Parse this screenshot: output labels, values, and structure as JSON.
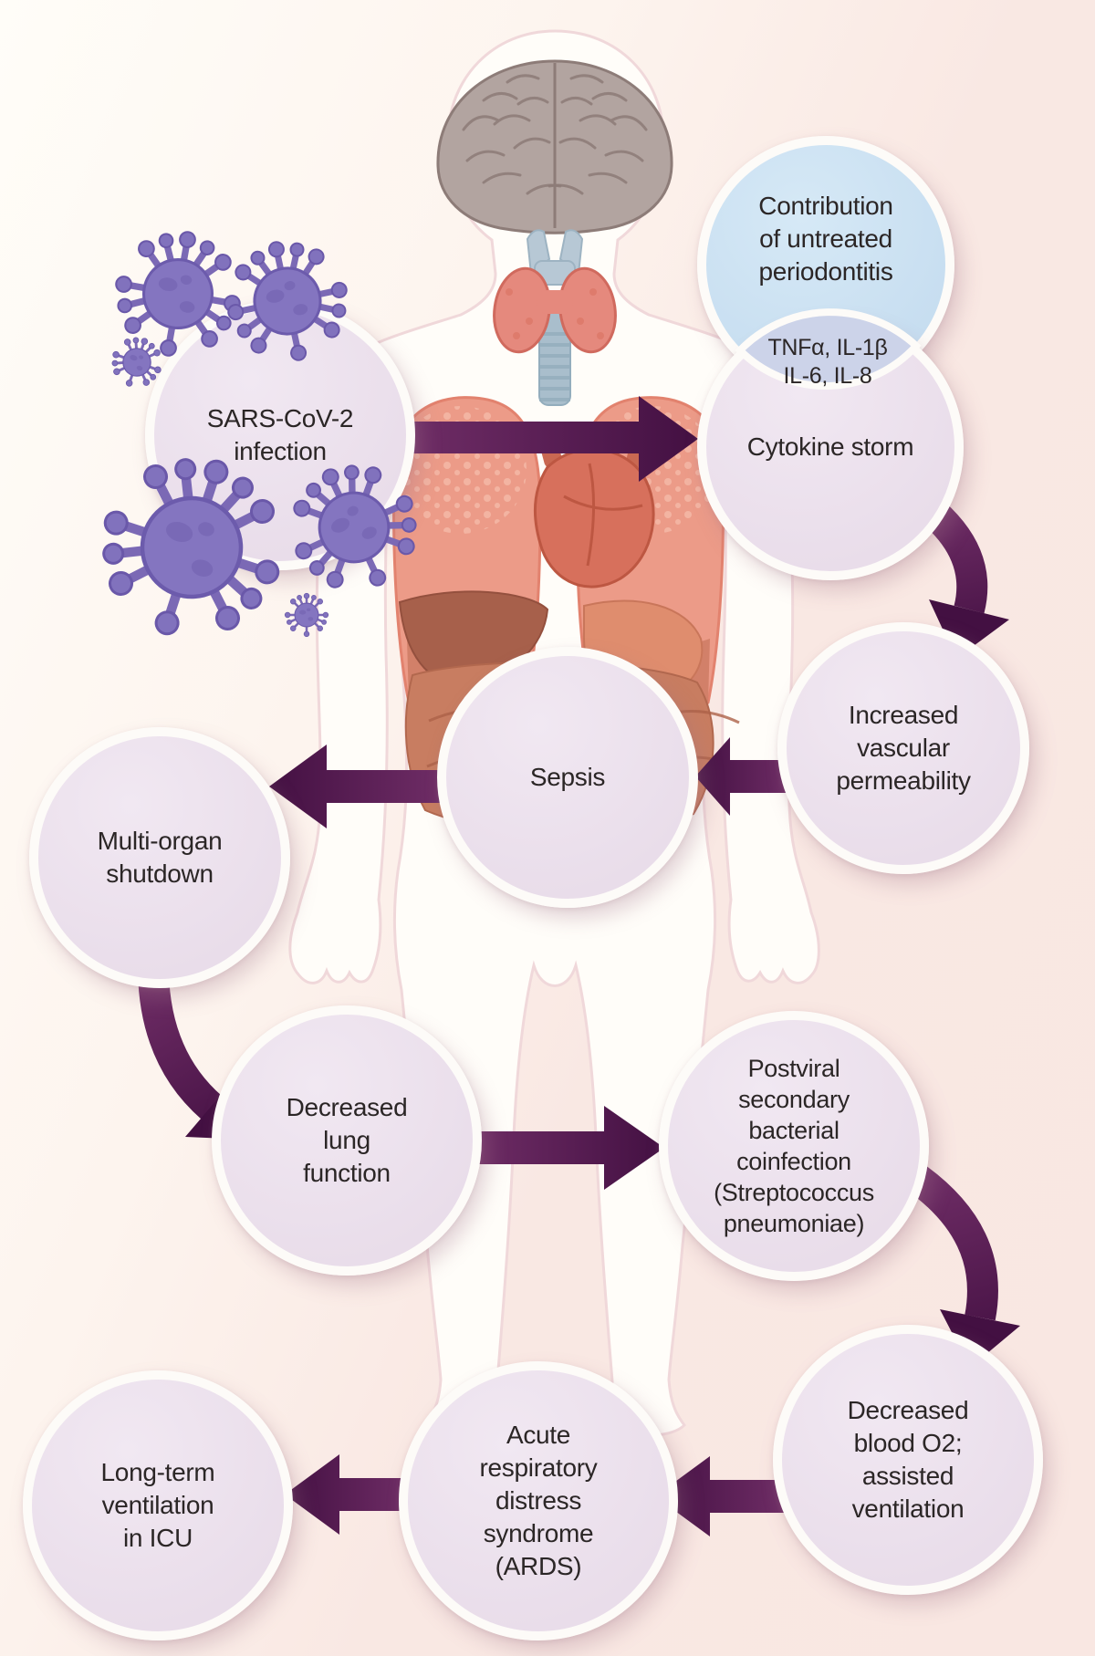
{
  "diagram": {
    "nodes": {
      "sars": {
        "label": "SARS-CoV-2\ninfection"
      },
      "periodontitis": {
        "label": "Contribution\nof untreated\nperiodontitis"
      },
      "cytokines": {
        "label": "TNFα, IL-1β\nIL-6, IL-8"
      },
      "cytokine_storm": {
        "label": "Cytokine storm"
      },
      "vascular": {
        "label": "Increased\nvascular\npermeability"
      },
      "sepsis": {
        "label": "Sepsis"
      },
      "multi_organ": {
        "label": "Multi-organ\nshutdown"
      },
      "lung_function": {
        "label": "Decreased\nlung\nfunction"
      },
      "postviral": {
        "label": "Postviral\nsecondary\nbacterial\ncoinfection\n(Streptococcus\npneumoniae)"
      },
      "blood_o2": {
        "label": "Decreased\nblood O2;\nassisted\nventilation"
      },
      "ards": {
        "label": "Acute\nrespiratory\ndistress\nsyndrome\n(ARDS)"
      },
      "icu": {
        "label": "Long-term\nventilation\nin ICU"
      }
    },
    "edges": [
      {
        "from": "sars",
        "to": "cytokine_storm"
      },
      {
        "from": "periodontitis",
        "to": "cytokine_storm"
      },
      {
        "from": "cytokine_storm",
        "to": "vascular"
      },
      {
        "from": "vascular",
        "to": "sepsis"
      },
      {
        "from": "sepsis",
        "to": "multi_organ"
      },
      {
        "from": "multi_organ",
        "to": "lung_function"
      },
      {
        "from": "lung_function",
        "to": "postviral"
      },
      {
        "from": "postviral",
        "to": "blood_o2"
      },
      {
        "from": "blood_o2",
        "to": "ards"
      },
      {
        "from": "ards",
        "to": "icu"
      }
    ],
    "colors": {
      "background_left": "#fffdf8",
      "background_right": "#f9e7e2",
      "node_fill": "#ebdfec",
      "node_border": "#fdfbf8",
      "highlight_node_fill": "#c9e0f1",
      "overlap_fill": "#ccd3e9",
      "arrow_start": "#6f2d66",
      "arrow_end": "#431042",
      "virus_purple": "#8475c0",
      "text": "#2b2626"
    },
    "illustration": {
      "body": "human-body-silhouette",
      "organs": [
        "brain",
        "larynx",
        "thyroid",
        "trachea",
        "lungs",
        "heart",
        "liver",
        "stomach",
        "intestines"
      ],
      "virus_particle_count": 6
    }
  }
}
